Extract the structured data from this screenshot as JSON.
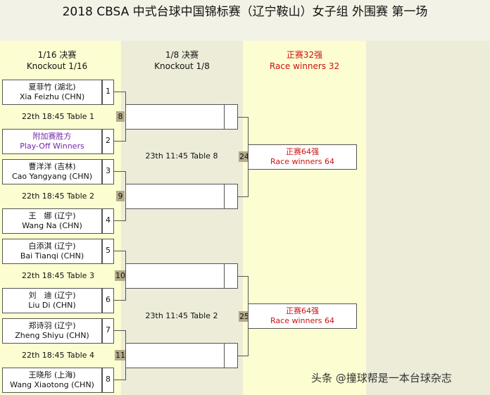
{
  "title": "2018 CBSA 中式台球中国锦标赛（辽宁鞍山）女子组 外围赛 第一场",
  "columns": {
    "r32": {
      "cn": "1/16 决赛",
      "en": "Knockout 1/16"
    },
    "r16": {
      "cn": "1/8 决赛",
      "en": "Knockout 1/8"
    },
    "final": {
      "cn": "正赛32强",
      "en": "Race winners 32"
    }
  },
  "players": [
    {
      "cn": "夏菲竹 (湖北)",
      "en": "Xia Feizhu (CHN)",
      "seed": "1"
    },
    {
      "cn": "附加赛胜方",
      "en": "Play-Off Winners",
      "seed": "2"
    },
    {
      "cn": "曹洋洋 (吉林)",
      "en": "Cao Yangyang (CHN)",
      "seed": "3"
    },
    {
      "cn": "王　娜 (辽宁)",
      "en": "Wang Na (CHN)",
      "seed": "4"
    },
    {
      "cn": "白添淇 (辽宁)",
      "en": "Bai Tianqi (CHN)",
      "seed": "5"
    },
    {
      "cn": "刘　迪 (辽宁)",
      "en": "Liu Di (CHN)",
      "seed": "6"
    },
    {
      "cn": "郑诗羽 (辽宁)",
      "en": "Zheng Shiyu (CHN)",
      "seed": "7"
    },
    {
      "cn": "王晓彤 (上海)",
      "en": "Wang Xiaotong (CHN)",
      "seed": "8"
    }
  ],
  "r32_matches": [
    {
      "info": "22th 18:45 Table 1",
      "num": "8"
    },
    {
      "info": "22th 18:45 Table 2",
      "num": "9"
    },
    {
      "info": "22th 18:45 Table 3",
      "num": "10"
    },
    {
      "info": "22th 18:45 Table 4",
      "num": "11"
    }
  ],
  "r16_matches": [
    {
      "info": "23th 11:45 Table 8",
      "num": "24"
    },
    {
      "info": "23th 11:45 Table 2",
      "num": "25"
    }
  ],
  "winners": [
    {
      "cn": "正赛64强",
      "en": "Race winners 64"
    },
    {
      "cn": "正赛64强",
      "en": "Race winners 64"
    }
  ],
  "watermark": "头条 @撞球帮是一本台球杂志"
}
